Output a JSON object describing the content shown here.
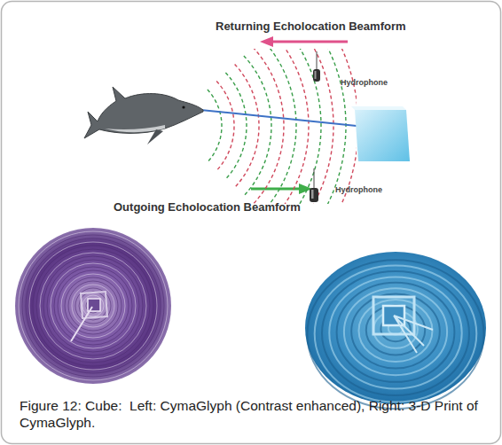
{
  "diagram": {
    "caption": "Figure 12: Cube:  Left: CymaGlyph (Contrast enhanced), Right: 3-D Print of CymaGlyph.",
    "labels": [
      "Returning Echolocation Beamform",
      "Hydrophone",
      "Hydrophone",
      "Outgoing Echolocation Beamform"
    ]
  }
}
